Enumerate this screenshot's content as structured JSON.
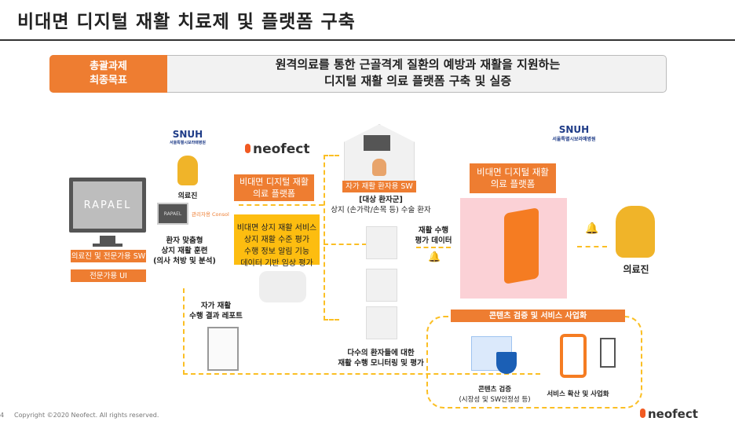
{
  "title": "비대면 디지털 재활 치료제 및 플랫폼 구축",
  "goal": {
    "label_line1": "총괄과제",
    "label_line2": "최종목표",
    "text_line1": "원격의료를 통한 근골격계 질환의 예방과 재활을 지원하는",
    "text_line2": "디지털 재활 의료 플랫폼 구축 및 실증"
  },
  "logos": {
    "snuh": "SNUH",
    "snuh_sub": "서울특별시보라매병원",
    "neofect": "neofect",
    "rapael": "RAPAEL"
  },
  "left": {
    "pro_sw": "의료진 및 전문가용 SW",
    "pro_ui": "전문가용 UI"
  },
  "doctor": {
    "label": "의료진",
    "console": "관리자용 Consol",
    "training_line1": "환자 맞춤형",
    "training_line2": "상지 재활 훈련",
    "training_line3": "(의사 처방 및 분석)"
  },
  "report": {
    "line1": "자가 재활",
    "line2": "수행 결과 레포트"
  },
  "neofect_box": {
    "line1": "비대면 디지털 재활",
    "line2": "의료 플랫폼"
  },
  "services": [
    "비대면 상지 재활 서비스",
    "상지 재활 수준 평가",
    "수행 정보 알림 기능",
    "데이터 기반 임상 평가"
  ],
  "patient_sw": {
    "label": "자가 재활 환자용 SW",
    "target_title": "[대상 환자군]",
    "target_desc": "상지 (손가락/손목 등) 수술 환자"
  },
  "eval_data": {
    "line1": "재활 수행",
    "line2": "평가 데이터"
  },
  "monitoring": {
    "line1": "다수의 환자들에 대한",
    "line2": "재활 수행 모니터링 및 평가"
  },
  "platform": {
    "line1": "비대면 디지털 재활",
    "line2": "의료 플랫폼"
  },
  "right_doctor": "의료진",
  "commercial": {
    "header": "콘텐츠 검증 및 서비스 사업화",
    "verify_line1": "콘텐츠 검증",
    "verify_line2": "(시장성 및 SW안정성 등)",
    "service": "서비스 확산 및 사업화"
  },
  "footer": {
    "page": "4",
    "copyright": "Copyright ©2020 Neofect. All rights reserved."
  },
  "colors": {
    "orange": "#ee7d31",
    "yellow": "#fdbd10",
    "dashed": "#fbbf24"
  }
}
